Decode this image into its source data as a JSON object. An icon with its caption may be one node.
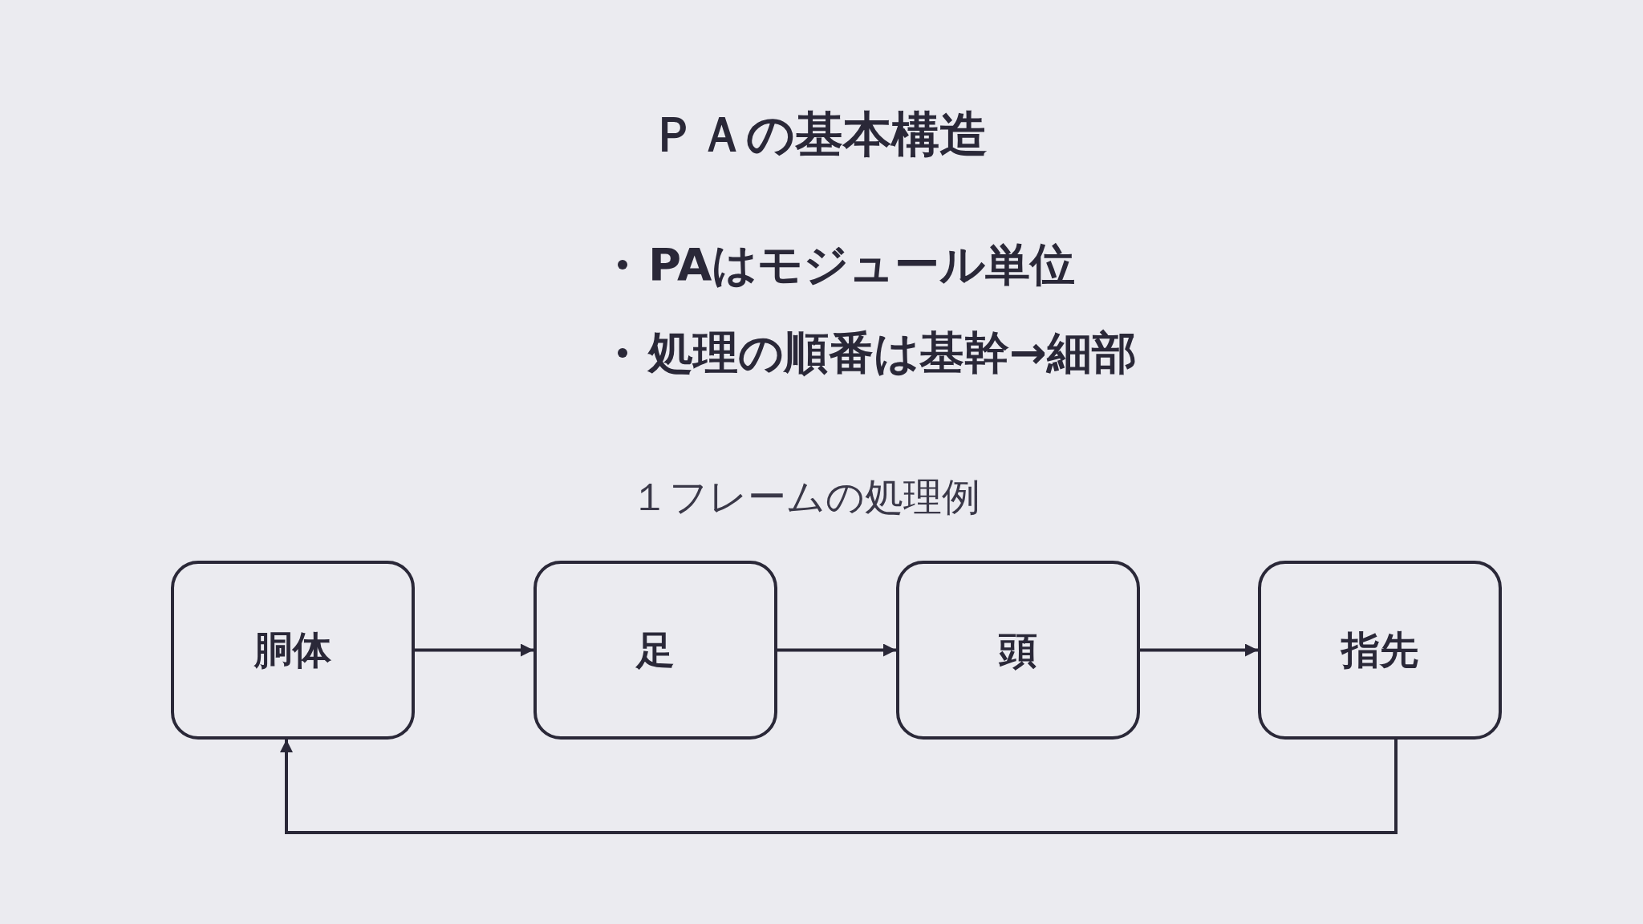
{
  "diagram": {
    "title": "ＰＡの基本構造",
    "nodes": [
      {
        "text": [
          "胴体"
        ]
      },
      {
        "text": [
          "足"
        ]
      },
      {
        "text": [
          "頭"
        ]
      },
      {
        "text": [
          "指先"
        ]
      }
    ],
    "edges": [
      {
        "from": 0,
        "to": 1,
        "arrow": "to"
      },
      {
        "from": 1,
        "to": 2,
        "arrow": "to"
      },
      {
        "from": 2,
        "to": 3,
        "arrow": "to"
      },
      {
        "from": 3,
        "to": 0,
        "arrow": "to"
      }
    ],
    "labels": [
      "PAはモジュール単位",
      "処理の順番は基幹→細部",
      "１フレームの処理例"
    ]
  }
}
